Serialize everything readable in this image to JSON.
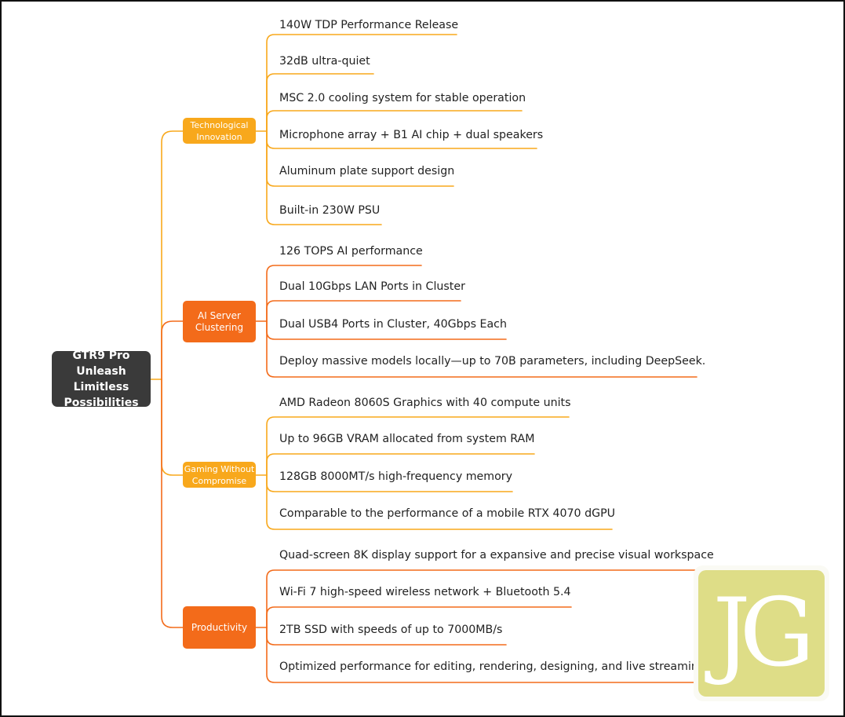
{
  "root": {
    "lines": [
      "GTR9 Pro",
      "Unleash Limitless",
      "Possibilities"
    ]
  },
  "colors": {
    "root": "#3a3a3a",
    "yellow": "#f8a81c",
    "orange": "#f36b1a",
    "logo_bg": "#dedd87"
  },
  "branches": [
    {
      "lines": [
        "Technological",
        "Innovation"
      ],
      "color": "yellow",
      "items": [
        "140W TDP Performance Release",
        "32dB ultra-quiet",
        "MSC 2.0 cooling system for stable operation",
        "Microphone array + B1 AI chip + dual speakers",
        "Aluminum plate support design",
        "Built-in 230W PSU"
      ]
    },
    {
      "lines": [
        "AI Server",
        "Clustering"
      ],
      "color": "orange",
      "items": [
        "126 TOPS AI performance",
        "Dual 10Gbps LAN Ports in Cluster",
        "Dual USB4 Ports in Cluster, 40Gbps Each",
        "Deploy massive models locally—up to 70B parameters, including DeepSeek."
      ]
    },
    {
      "lines": [
        "Gaming Without",
        "Compromise"
      ],
      "color": "yellow",
      "items": [
        "AMD Radeon 8060S Graphics with 40 compute units",
        "Up to 96GB VRAM allocated from system RAM",
        "128GB 8000MT/s high-frequency memory",
        "Comparable to the performance of a mobile RTX 4070 dGPU"
      ]
    },
    {
      "lines": [
        "Productivity"
      ],
      "color": "orange",
      "items": [
        "Quad-screen 8K display support for a expansive and precise visual workspace",
        "Wi-Fi 7 high-speed wireless network + Bluetooth 5.4",
        "2TB SSD with speeds of up to 7000MB/s",
        "Optimized performance for editing, rendering, designing, and live streaming"
      ]
    }
  ],
  "logo": {
    "text": "JG"
  }
}
